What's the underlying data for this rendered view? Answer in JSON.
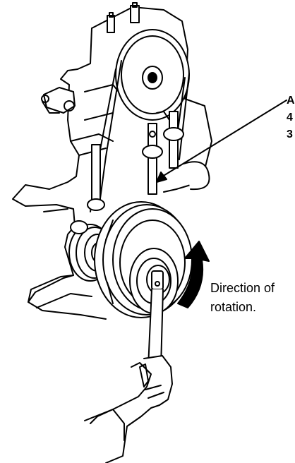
{
  "callout": {
    "line1": "A",
    "line2": "4",
    "line3": "3"
  },
  "rotation_label": {
    "line1": "Direction of",
    "line2": "rotation."
  },
  "colors": {
    "ink": "#000000",
    "paper": "#ffffff"
  }
}
